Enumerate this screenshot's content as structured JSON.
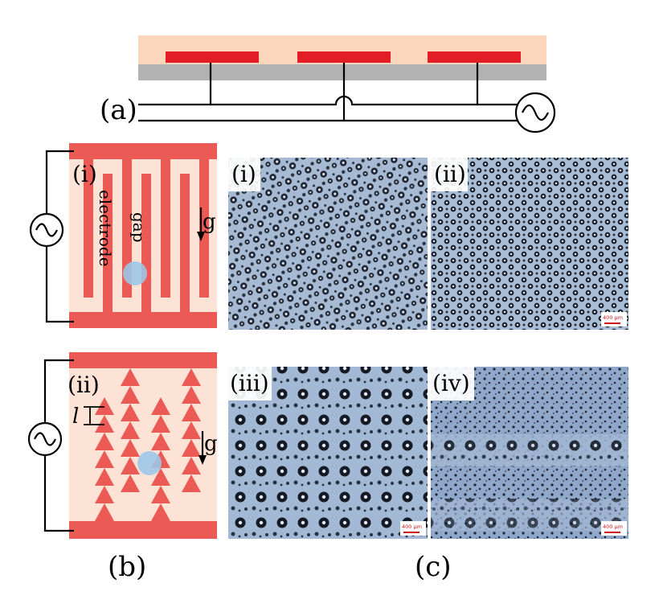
{
  "panel_a": {
    "label": "(a)"
  },
  "panel_b": {
    "label": "(b)",
    "sub_i": {
      "label": "(i)",
      "electrode_label": "electrode",
      "gap_label": "gap",
      "gravity_label": "g"
    },
    "sub_ii": {
      "label": "(ii)",
      "length_label": "l",
      "gravity_label": "g"
    }
  },
  "panel_c": {
    "label": "(c)",
    "images": [
      {
        "label": "(i)",
        "scale_bar": ""
      },
      {
        "label": "(ii)",
        "scale_bar": "400 µm"
      },
      {
        "label": "(iii)",
        "scale_bar": "400 µm"
      },
      {
        "label": "(iv)",
        "scale_bar": "400 µm"
      }
    ]
  },
  "colors": {
    "substrate_top": "#fbd6bd",
    "substrate_base": "#b2b2b2",
    "electrode": "#e21d25",
    "pattern_red": "#eb5a55",
    "pattern_bg": "#fde3d6",
    "droplet": "#9dc7e8",
    "micrograph_bg": "#a7bad3",
    "wire": "#000000"
  }
}
